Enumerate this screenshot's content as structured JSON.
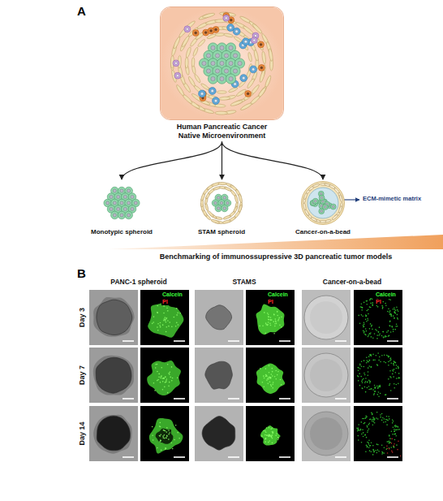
{
  "diagram": {
    "nodes": [
      {
        "text": [
          "Human Pancreatic Cancer Native Microenvironment"
        ]
      },
      {
        "text": [
          "Monotypic spheroid"
        ]
      },
      {
        "text": [
          "STAM spheroid"
        ]
      },
      {
        "text": [
          "Cancer-on-a-bead"
        ]
      }
    ],
    "edges": [
      {
        "from": 0,
        "to": 1,
        "arrow": "to"
      },
      {
        "from": 0,
        "to": 2,
        "arrow": "to"
      },
      {
        "from": 0,
        "to": 3,
        "arrow": "to"
      }
    ],
    "labels": [
      "A",
      "ECM-mimetic matrix",
      "Benchmarking of immunossupressive 3D pancreatic tumor models",
      "B",
      "PANC-1 spheroid",
      "STAMS",
      "Cancer-on-a-bead",
      "Day 3",
      "Day 7",
      "Day 14",
      "Calcein",
      "PI",
      "Calcein",
      "PI",
      "Calcein",
      "PI"
    ]
  }
}
